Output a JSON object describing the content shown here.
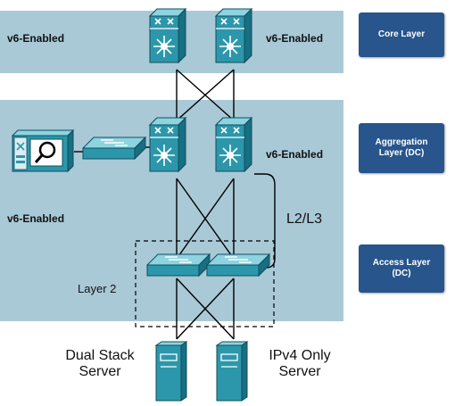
{
  "colors": {
    "band": "#a9c9d7",
    "device": "#2c97ab",
    "device_dark": "#176f82",
    "device_light": "#8ed3e0",
    "layer_box": "#27558c"
  },
  "labels": {
    "core_left": "v6-Enabled",
    "core_right": "v6-Enabled",
    "agg_right": "v6-Enabled",
    "agg_left": "v6-Enabled",
    "l2l3": "L2/L3",
    "layer2": "Layer 2",
    "server_left_line1": "Dual Stack",
    "server_left_line2": "Server",
    "server_right_line1": "IPv4 Only",
    "server_right_line2": "Server"
  },
  "layer_boxes": {
    "core": "Core Layer",
    "aggregation_line1": "Aggregation",
    "aggregation_line2": "Layer (DC)",
    "access_line1": "Access Layer",
    "access_line2": "(DC)"
  },
  "icons": {
    "core_switch": "multilayer-switch-icon",
    "agg_switch": "multilayer-switch-icon",
    "access_switch": "layer2-switch-icon",
    "service_switch": "layer2-switch-icon",
    "monitor": "ids-monitor-icon",
    "server": "server-icon"
  }
}
